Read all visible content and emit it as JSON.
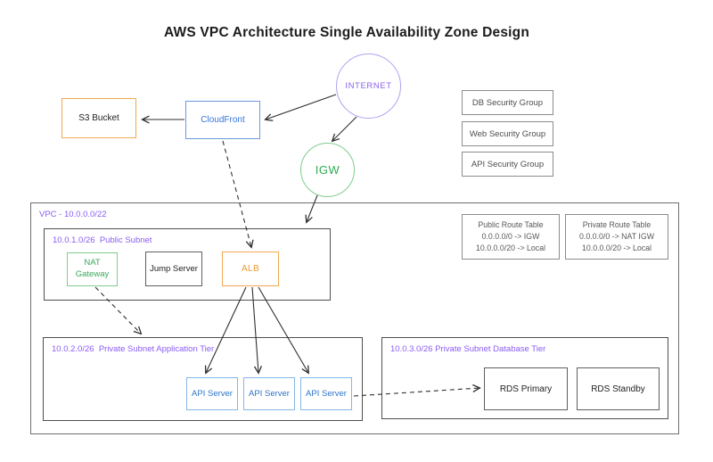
{
  "title": "AWS VPC Architecture Single Availability Zone Design",
  "nodes": {
    "internet": {
      "label": "INTERNET"
    },
    "igw": {
      "label": "IGW"
    },
    "s3": {
      "label": "S3 Bucket"
    },
    "cloudfront": {
      "label": "CloudFront"
    },
    "nat_gateway": {
      "line1": "NAT",
      "line2": "Gateway"
    },
    "jump_server": {
      "label": "Jump Server"
    },
    "alb": {
      "label": "ALB"
    },
    "api_server_1": {
      "label": "API Server"
    },
    "api_server_2": {
      "label": "API Server"
    },
    "api_server_3": {
      "label": "API Server"
    },
    "rds_primary": {
      "label": "RDS Primary"
    },
    "rds_standby": {
      "label": "RDS Standby"
    }
  },
  "security_groups": [
    {
      "label": "DB Security Group"
    },
    {
      "label": "Web Security Group"
    },
    {
      "label": "API Security Group"
    }
  ],
  "route_tables": {
    "public": {
      "title": "Public Route Table",
      "line1": "0.0.0.0/0 -> IGW",
      "line2": "10.0.0.0/20 -> Local"
    },
    "private": {
      "title": "Private Route Table",
      "line1": "0.0.0.0/0 -> NAT IGW",
      "line2": "10.0.0.0/20 -> Local"
    }
  },
  "containers": {
    "vpc": {
      "label": "VPC - 10.0.0.0/22"
    },
    "public_subnet": {
      "label": "10.0.1.0/26  Public Subnet"
    },
    "app_subnet": {
      "label": "10.0.2.0/26  Private Subnet Application Tier"
    },
    "db_subnet": {
      "label": "10.0.3.0/26 Private Subnet Database Tier"
    }
  },
  "colors": {
    "purple_label": "#8b5cf6",
    "internet_border": "#b3a0ef",
    "internet_text": "#8a63ea",
    "green_border": "#7fcd8c",
    "green_text": "#2fab50",
    "orange_border": "#f2a851",
    "orange_text": "#ee9830",
    "blue_border": "#6c98dd",
    "blue_text": "#3576d9",
    "api_border": "#85b6e8",
    "api_text": "#2e74c9",
    "gray_border": "#8c8c8c",
    "arrow": "#2f2f2f"
  }
}
